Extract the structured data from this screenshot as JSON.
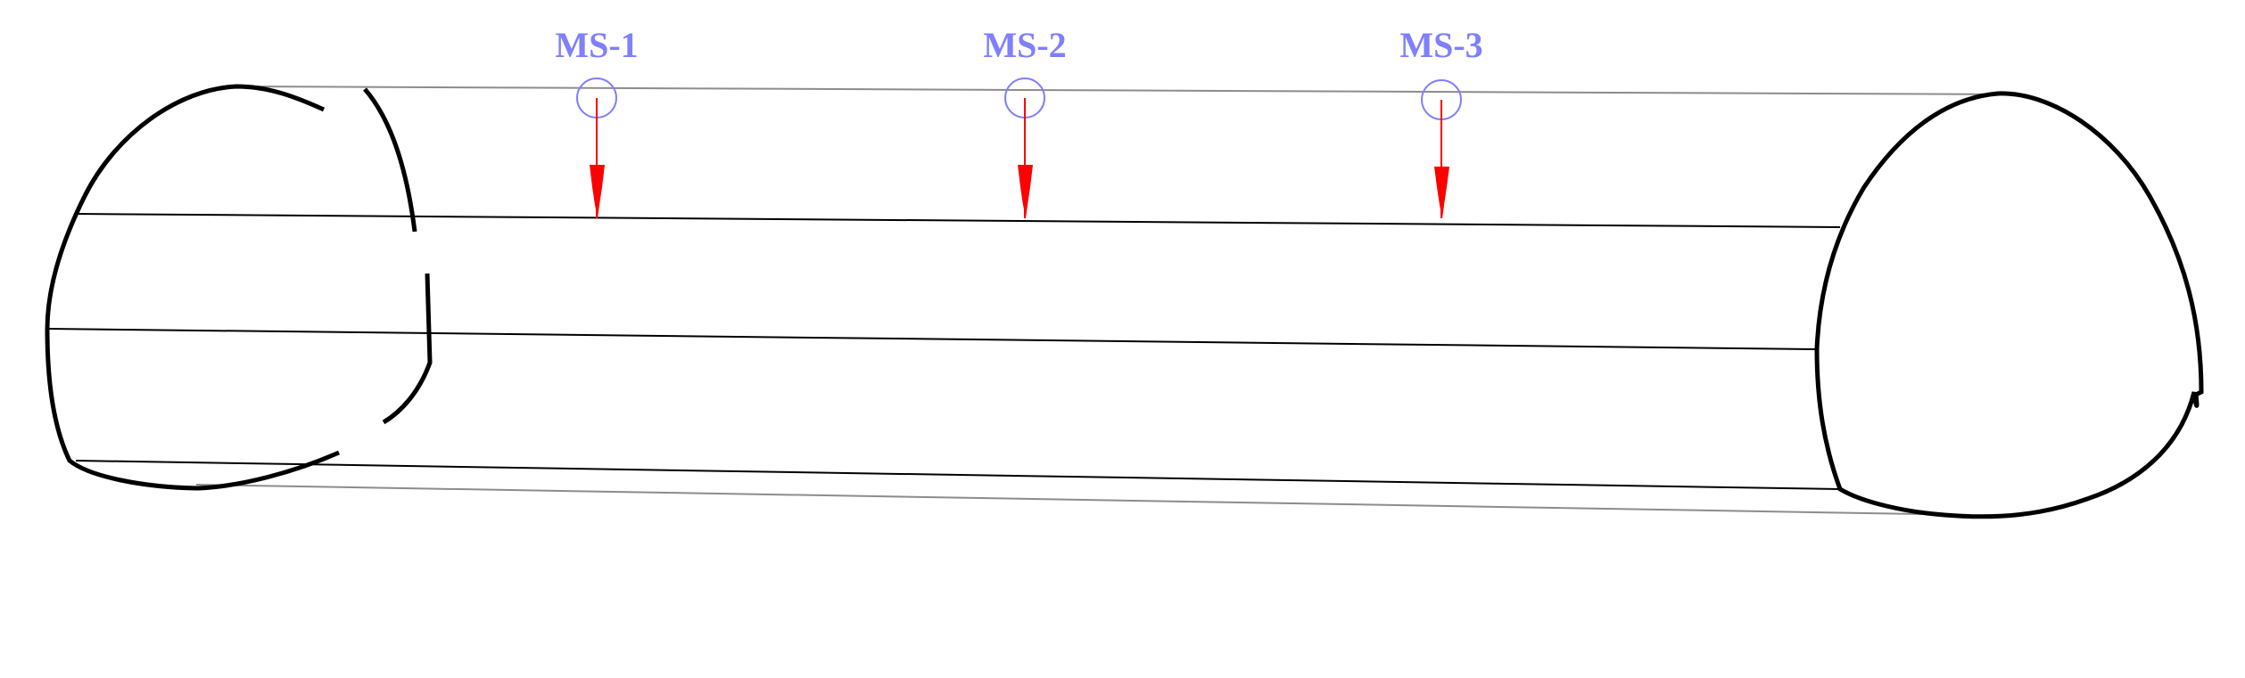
{
  "markers": [
    {
      "label": "MS-1"
    },
    {
      "label": "MS-2"
    },
    {
      "label": "MS-3"
    }
  ],
  "colors": {
    "outline": "#000000",
    "marker": "#7f7fff",
    "arrow": "#ff0000",
    "edge": "#8c8c8c"
  }
}
